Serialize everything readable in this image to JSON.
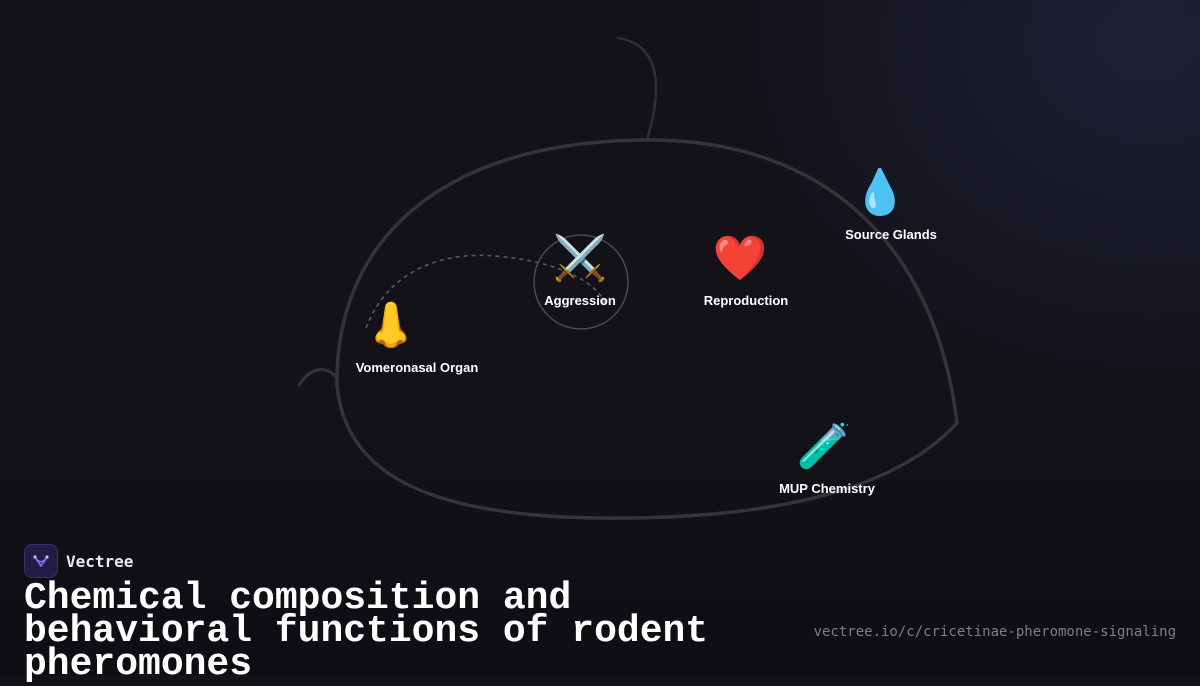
{
  "diagram": {
    "nodes": [
      {
        "id": "vomeronasal-organ",
        "label": "Vomeronasal Organ",
        "icon": "nose-icon",
        "glyph": "👃"
      },
      {
        "id": "aggression",
        "label": "Aggression",
        "icon": "crossed-swords-icon",
        "glyph": "⚔️"
      },
      {
        "id": "reproduction",
        "label": "Reproduction",
        "icon": "heart-icon",
        "glyph": "❤️"
      },
      {
        "id": "source-glands",
        "label": "Source Glands",
        "icon": "droplet-icon",
        "glyph": "💧"
      },
      {
        "id": "mup-chemistry",
        "label": "MUP Chemistry",
        "icon": "test-tube-icon",
        "glyph": "🧪"
      }
    ],
    "highlighted_node": "aggression",
    "connection": {
      "from": "vomeronasal-organ",
      "to": "aggression",
      "style": "dashed"
    }
  },
  "brand": {
    "name": "Vectree",
    "logo_icon": "vectree-logo-icon",
    "accent_color": "#8b5cf6"
  },
  "title": "Chemical composition and behavioral functions of rodent pheromones",
  "url": "vectree.io/c/cricetinae-pheromone-signaling",
  "colors": {
    "background": "#121218",
    "outline": "#3a3a3e",
    "text": "#ffffff",
    "muted": "#7d7d88"
  }
}
